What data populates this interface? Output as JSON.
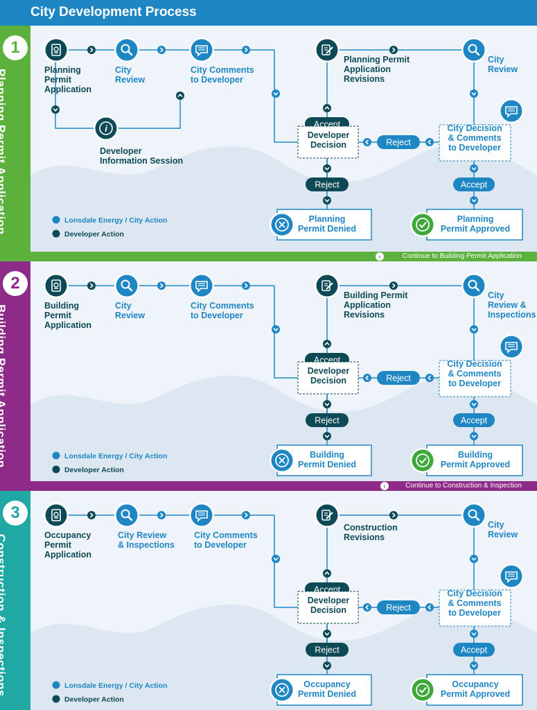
{
  "title": "City Development Process",
  "colors": {
    "city": "#1f86c4",
    "developer": "#0e4a55",
    "line": "#1f86c4",
    "bg": "#eef4fa",
    "green": "#3fa83a"
  },
  "legend": {
    "city": "Lonsdale Energy / City Action",
    "developer": "Developer Action"
  },
  "sections": [
    {
      "number": "1",
      "side_label": "Planning Permit Application",
      "color": "#5bb13b",
      "start": "Planning\nPermit\nApplication",
      "review": "City\nReview",
      "comments": "City Comments\nto Developer",
      "info_session": "Developer\nInformation Session",
      "revisions": "Planning Permit\nApplication\nRevisions",
      "city_review2": "City\nReview",
      "accept": "Accept",
      "reject": "Reject",
      "developer_decision": "Developer\nDecision",
      "city_decision": "City Decision\n& Comments\nto Developer",
      "accept2": "Accept",
      "reject2": "Reject",
      "denied": "Planning\nPermit Denied",
      "approved": "Planning\nPermit Approved",
      "continue": "Continue to Building Permit Application"
    },
    {
      "number": "2",
      "side_label": "Building Permit Application",
      "color": "#8e2a88",
      "start": "Building\nPermit\nApplication",
      "review": "City\nReview",
      "comments": "City Comments\nto Developer",
      "revisions": "Building Permit\nApplication\nRevisions",
      "city_review2": "City\nReview &\nInspections",
      "accept": "Accept",
      "reject": "Reject",
      "developer_decision": "Developer\nDecision",
      "city_decision": "City Decision\n& Comments\nto Developer",
      "accept2": "Accept",
      "reject2": "Reject",
      "denied": "Building\nPermit Denied",
      "approved": "Building\nPermit Approved",
      "continue": "Continue to Construction & Inspection"
    },
    {
      "number": "3",
      "side_label": "Construction & Inspections",
      "color": "#1fa8a4",
      "start": "Occupancy\nPermit\nApplication",
      "review": "City Review\n& Inspections",
      "comments": "City Comments\nto Developer",
      "revisions": "Construction\nRevisions",
      "city_review2": "City\nReview",
      "accept": "Accept",
      "reject": "Reject",
      "developer_decision": "Developer\nDecision",
      "city_decision": "City Decision\n& Comments\nto Developer",
      "accept2": "Accept",
      "reject2": "Reject",
      "denied": "Occupancy\nPermit Denied",
      "approved": "Occupancy\nPermit Approved"
    }
  ]
}
